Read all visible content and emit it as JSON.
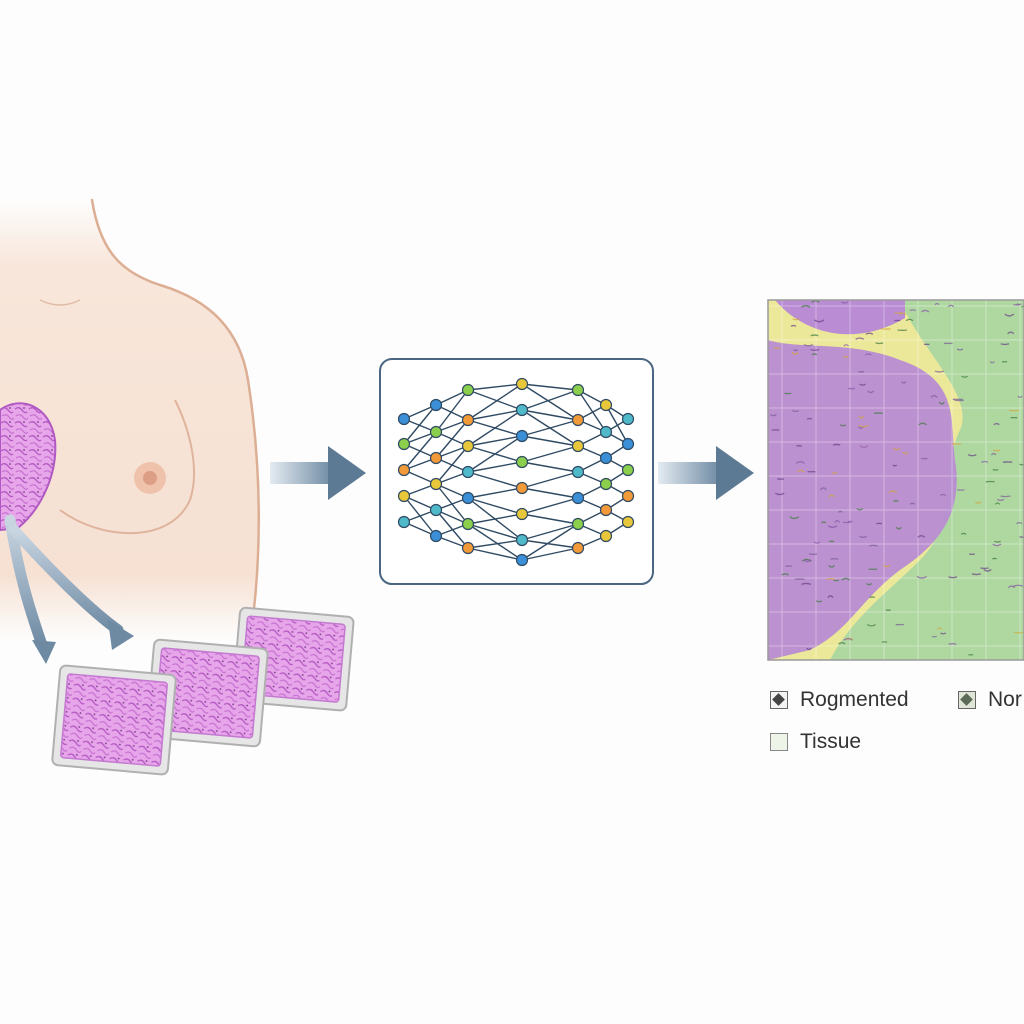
{
  "legend": {
    "items": [
      {
        "label": "Rogmented",
        "swatch": "diamond"
      },
      {
        "label": "Nor",
        "swatch": "diamond-gray"
      },
      {
        "label": "Tissue",
        "swatch": "plain"
      }
    ]
  },
  "colors": {
    "skin": "#f6e3d6",
    "skin_outline": "#dcae94",
    "tissue_purple": "#c77fd6",
    "tissue_light": "#e9b7ee",
    "arrow": "#5d7a95",
    "arrow_light": "#c9d6e2",
    "panel_border": "#4a6680",
    "seg_purple": "#b98cd3",
    "seg_green": "#a9d6a2",
    "seg_yellow": "#ece89a"
  }
}
